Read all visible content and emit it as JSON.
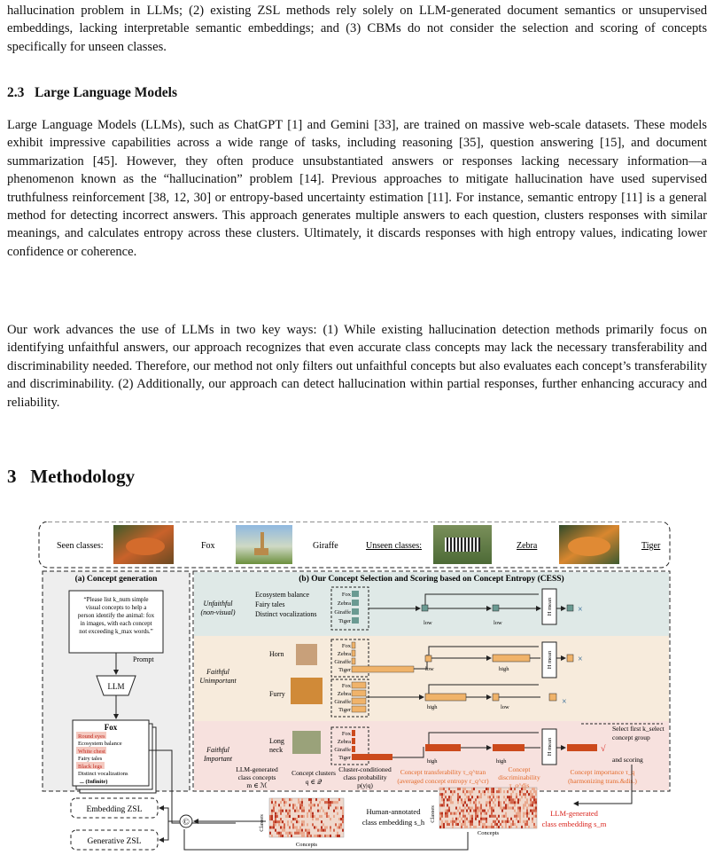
{
  "intro_paragraph": "hallucination problem in LLMs; (2) existing ZSL methods rely solely on LLM-generated document semantics or unsupervised embeddings, lacking interpretable semantic embeddings; and (3) CBMs do not consider the selection and scoring of concepts specifically for unseen classes.",
  "section_2_3": {
    "number": "2.3",
    "title": "Large Language Models",
    "paragraph_1": "Large Language Models (LLMs), such as ChatGPT [1] and Gemini [33], are trained on massive web-scale datasets. These models exhibit impressive capabilities across a wide range of tasks, including reasoning [35], question answering [15], and document summarization [45]. However, they often produce unsubstantiated answers or responses lacking necessary information—a phenomenon known as the “hallucination” problem [14]. Previous approaches to mitigate hallucination have used supervised truthfulness reinforcement [38, 12, 30] or entropy-based uncertainty estimation [11]. For instance, semantic entropy [11] is a general method for detecting incorrect answers. This approach generates multiple answers to each question, clusters responses with similar meanings, and calculates entropy across these clusters. Ultimately, it discards responses with high entropy values, indicating lower confidence or coherence.",
    "paragraph_2": "Our work advances the use of LLMs in two key ways: (1) While existing hallucination detection methods primarily focus on identifying unfaithful answers, our approach recognizes that even accurate class concepts may lack the necessary transferability and discriminability needed. Therefore, our method not only filters out unfaithful concepts but also evaluates each concept’s transferability and discriminability. (2) Additionally, our approach can detect hallucination within partial responses, further enhancing accuracy and reliability."
  },
  "section_3": {
    "number": "3",
    "title": "Methodology"
  },
  "figure": {
    "top": {
      "seen_label": "Seen classes:",
      "unseen_label": "Unseen classes:",
      "classes": [
        "Fox",
        "Giraffe",
        "Zebra",
        "Tiger"
      ]
    },
    "panel_a": {
      "title": "(a) Concept generation",
      "prompt_lines": [
        "“Please list k_num simple",
        "visual concepts to help a",
        "person identify the animal: fox",
        "in images, with each concept",
        "not exceeding k_max words.”"
      ],
      "prompt_label": "Prompt",
      "llm_label": "LLM",
      "card_title": "Fox",
      "card_items": [
        "Round eyes",
        "Ecosystem balance",
        "White chest",
        "Fairy tales",
        "Black legs",
        "Distinct vocalizations",
        "... (Infinite)"
      ]
    },
    "panel_b": {
      "title": "(b) Our Concept Selection and Scoring based on Concept Entropy (CESS)",
      "groups": [
        {
          "label_1": "Unfaithful",
          "label_2": "(non-visual)",
          "concepts": [
            "Ecosystem balance",
            "Fairy tales",
            "Distinct vocalizations"
          ]
        },
        {
          "label_1": "Faithful",
          "label_2": "Unimportant",
          "concepts": [
            "Horn",
            "Furry"
          ]
        },
        {
          "label_1": "Faithful",
          "label_2": "Important",
          "concepts": [
            "Long",
            "neck"
          ]
        }
      ],
      "cluster_classes": [
        "Fox",
        "Zebra",
        "Giraffe",
        "Tiger"
      ],
      "level_labels": {
        "low": "low",
        "high": "high"
      },
      "hmean": "H mean",
      "cross": "×",
      "check": "√",
      "select_lines": [
        "Select first k_select",
        "concept group",
        "and scoring"
      ],
      "footer": {
        "llm_concepts": [
          "LLM-generated",
          "class concepts",
          "m ∈ ℳ"
        ],
        "clusters": [
          "Concept clusters",
          "q ∈ 𝒬"
        ],
        "prob": [
          "Cluster-conditioned",
          "class probability",
          "p(y|q)"
        ],
        "transfer": [
          "Concept transferability τ_q^tran",
          "(averaged concept entropy r_q^cr)"
        ],
        "discrim": [
          "Concept",
          "discriminability",
          "τ_q^dis"
        ],
        "importance": [
          "Concept importance τ_q",
          "(harmonizing trans.&dis.)"
        ]
      }
    },
    "bottom": {
      "embedding_zsl": "Embedding ZSL",
      "generative_zsl": "Generative ZSL",
      "concat": "©",
      "classes_axis": "Classes",
      "concepts_axis": "Concepts",
      "human_label": [
        "Human-annotated",
        "class embedding s_h"
      ],
      "llm_label": [
        "LLM-generated",
        "class embedding s_m"
      ]
    },
    "colors": {
      "teal_panel": "#dfe9e7",
      "orange_panel": "#f7ebdc",
      "red_panel": "#f7e1de",
      "gray_panel": "#eeeeee",
      "teal_bar": "#6a9a92",
      "orange_bar": "#f0b36a",
      "red_bar": "#cc4a1c",
      "accent_red": "#d9251e",
      "accent_orange": "#e36a2a"
    }
  }
}
